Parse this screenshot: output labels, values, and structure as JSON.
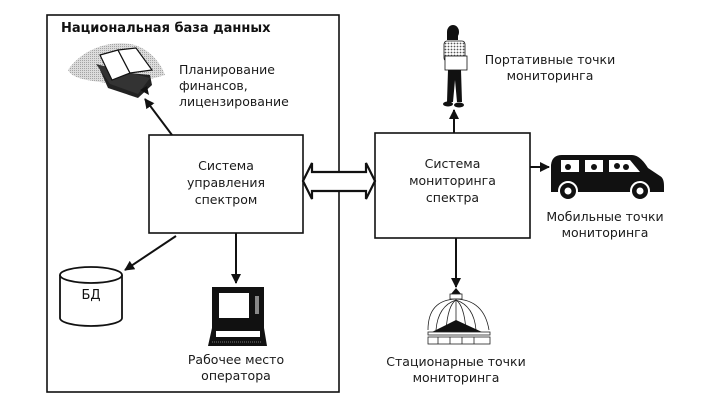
{
  "frame": {
    "title": "Национальная база данных"
  },
  "nodes": {
    "spectrum_management": {
      "lines": [
        "Система",
        "управления",
        "спектром"
      ]
    },
    "spectrum_monitoring": {
      "lines": [
        "Система",
        "мониторинга",
        "спектра"
      ]
    },
    "database": {
      "label": "БД",
      "icon": "database-cylinder-icon"
    },
    "planning": {
      "lines": [
        "Планирование",
        "финансов,",
        "лицензирование"
      ],
      "icon": "open-book-icon"
    },
    "operator_workstation": {
      "lines": [
        "Рабочее место",
        "оператора"
      ],
      "icon": "laptop-icon"
    },
    "portable_points": {
      "lines": [
        "Портативные точки",
        "мониторинга"
      ],
      "icon": "person-icon"
    },
    "mobile_points": {
      "lines": [
        "Мобильные точки",
        "мониторинга"
      ],
      "icon": "van-icon"
    },
    "stationary_points": {
      "lines": [
        "Стационарные точки",
        "мониторинга"
      ],
      "icon": "dome-building-icon"
    }
  },
  "edges": [
    {
      "from": "spectrum_management",
      "to": "planning",
      "type": "arrow"
    },
    {
      "from": "spectrum_management",
      "to": "database",
      "type": "arrow"
    },
    {
      "from": "spectrum_management",
      "to": "operator_workstation",
      "type": "arrow"
    },
    {
      "from": "spectrum_management",
      "to": "spectrum_monitoring",
      "type": "bidirectional-double"
    },
    {
      "from": "spectrum_monitoring",
      "to": "portable_points",
      "type": "arrow"
    },
    {
      "from": "spectrum_monitoring",
      "to": "mobile_points",
      "type": "arrow"
    },
    {
      "from": "spectrum_monitoring",
      "to": "stationary_points",
      "type": "arrow"
    }
  ]
}
